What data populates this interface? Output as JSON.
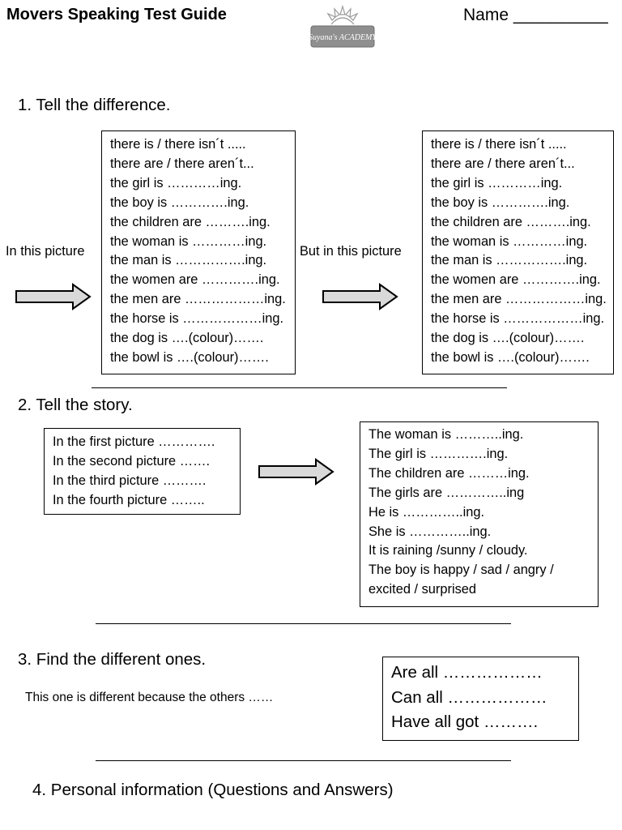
{
  "header": {
    "title": "Movers Speaking Test Guide",
    "logo_text": "Suyana's ACADEMY",
    "name_label": "Name __________"
  },
  "section1": {
    "heading": "1.   Tell the difference.",
    "left_label": "In this picture",
    "middle_label": "But in this picture",
    "phrases": [
      "there is /  there isn´t .....",
      "there are /  there aren´t...",
      "the girl is  …………ing.",
      "the boy is ………….ing.",
      "the children are ……….ing.",
      "the woman is …………ing.",
      "the man is …………….ing.",
      "the women are ………….ing.",
      "the men are ………………ing.",
      "the horse is ………………ing.",
      "the dog is ….(colour)…….",
      "the bowl is ….(colour)……."
    ]
  },
  "section2": {
    "heading": "2.   Tell the story.",
    "sequence": [
      "In the first picture ………….",
      "In the second picture …….",
      "In the third picture ……….",
      "In the fourth picture …….."
    ],
    "phrases": [
      "The woman is ………..ing.",
      "The girl is ………….ing.",
      "The children are ………ing.",
      "The girls are …………..ing",
      "He is …………..ing.",
      "She is …………..ing.",
      "It is raining /sunny / cloudy.",
      "The boy is happy / sad / angry /",
      "excited / surprised"
    ]
  },
  "section3": {
    "heading": "3.   Find the different ones.",
    "sentence": "This one is different because the others ……",
    "phrases": [
      "Are all ………………",
      "Can all ………………",
      "Have all got ………."
    ]
  },
  "section4": {
    "heading": "4.  Personal information (Questions and Answers)"
  }
}
